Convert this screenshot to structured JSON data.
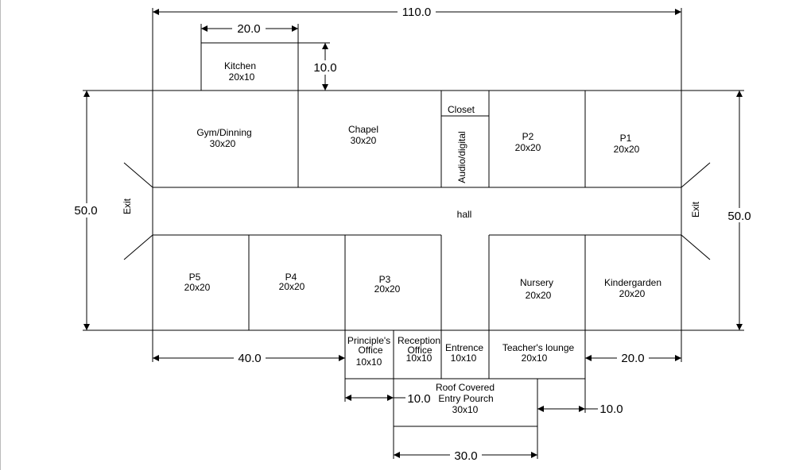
{
  "rooms": {
    "kitchen": {
      "name": "Kitchen",
      "size": "20x10"
    },
    "gym": {
      "name": "Gym/Dinning",
      "size": "30x20"
    },
    "chapel": {
      "name": "Chapel",
      "size": "30x20"
    },
    "closet": {
      "name": "Closet"
    },
    "audio": {
      "name": "Audio/digital"
    },
    "p2": {
      "name": "P2",
      "size": "20x20"
    },
    "p1": {
      "name": "P1",
      "size": "20x20"
    },
    "hall": {
      "name": "hall"
    },
    "exit_left": {
      "name": "Exit"
    },
    "exit_right": {
      "name": "Exit"
    },
    "p5": {
      "name": "P5",
      "size": "20x20"
    },
    "p4": {
      "name": "P4",
      "size": "20x20"
    },
    "p3": {
      "name": "P3",
      "size": "20x20"
    },
    "nursery": {
      "name": "Nursery",
      "size": "20x20"
    },
    "kindergarden": {
      "name": "Kindergarden",
      "size": "20x20"
    },
    "principle": {
      "name1": "Principle's",
      "name2": "Office",
      "size": "10x10"
    },
    "reception": {
      "name1": "Reception",
      "name2": "Office",
      "size": "10x10"
    },
    "entrence": {
      "name": "Entrence",
      "size": "10x10"
    },
    "teacher": {
      "name": "Teacher's lounge",
      "size": "20x10"
    },
    "porch": {
      "name1": "Roof Covered",
      "name2": "Entry Pourch",
      "size": "30x10"
    }
  },
  "dimensions": {
    "top_width": "110.0",
    "kitchen_width": "20.0",
    "kitchen_depth": "10.0",
    "left_height": "50.0",
    "right_height": "50.0",
    "bottom_left": "40.0",
    "bottom_right": "20.0",
    "porch_left_offset": "10.0",
    "porch_right_offset": "10.0",
    "porch_width": "30.0"
  }
}
